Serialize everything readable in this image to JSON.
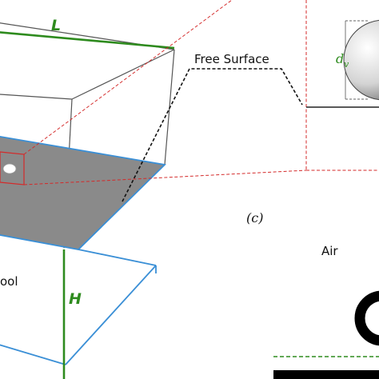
{
  "labels": {
    "length": "L",
    "height": "H",
    "pool": "ool",
    "free_surface": "Free Surface",
    "panel_c": "(c)",
    "air": "Air",
    "diameter_main": "d",
    "diameter_sub": "v"
  },
  "colors": {
    "dimension_green": "#2e8b1e",
    "pool_blue": "#3a8fd6",
    "zoom_red": "#d42a2a",
    "surface_gray": "#8a8a8a",
    "box_edge": "#555555"
  }
}
